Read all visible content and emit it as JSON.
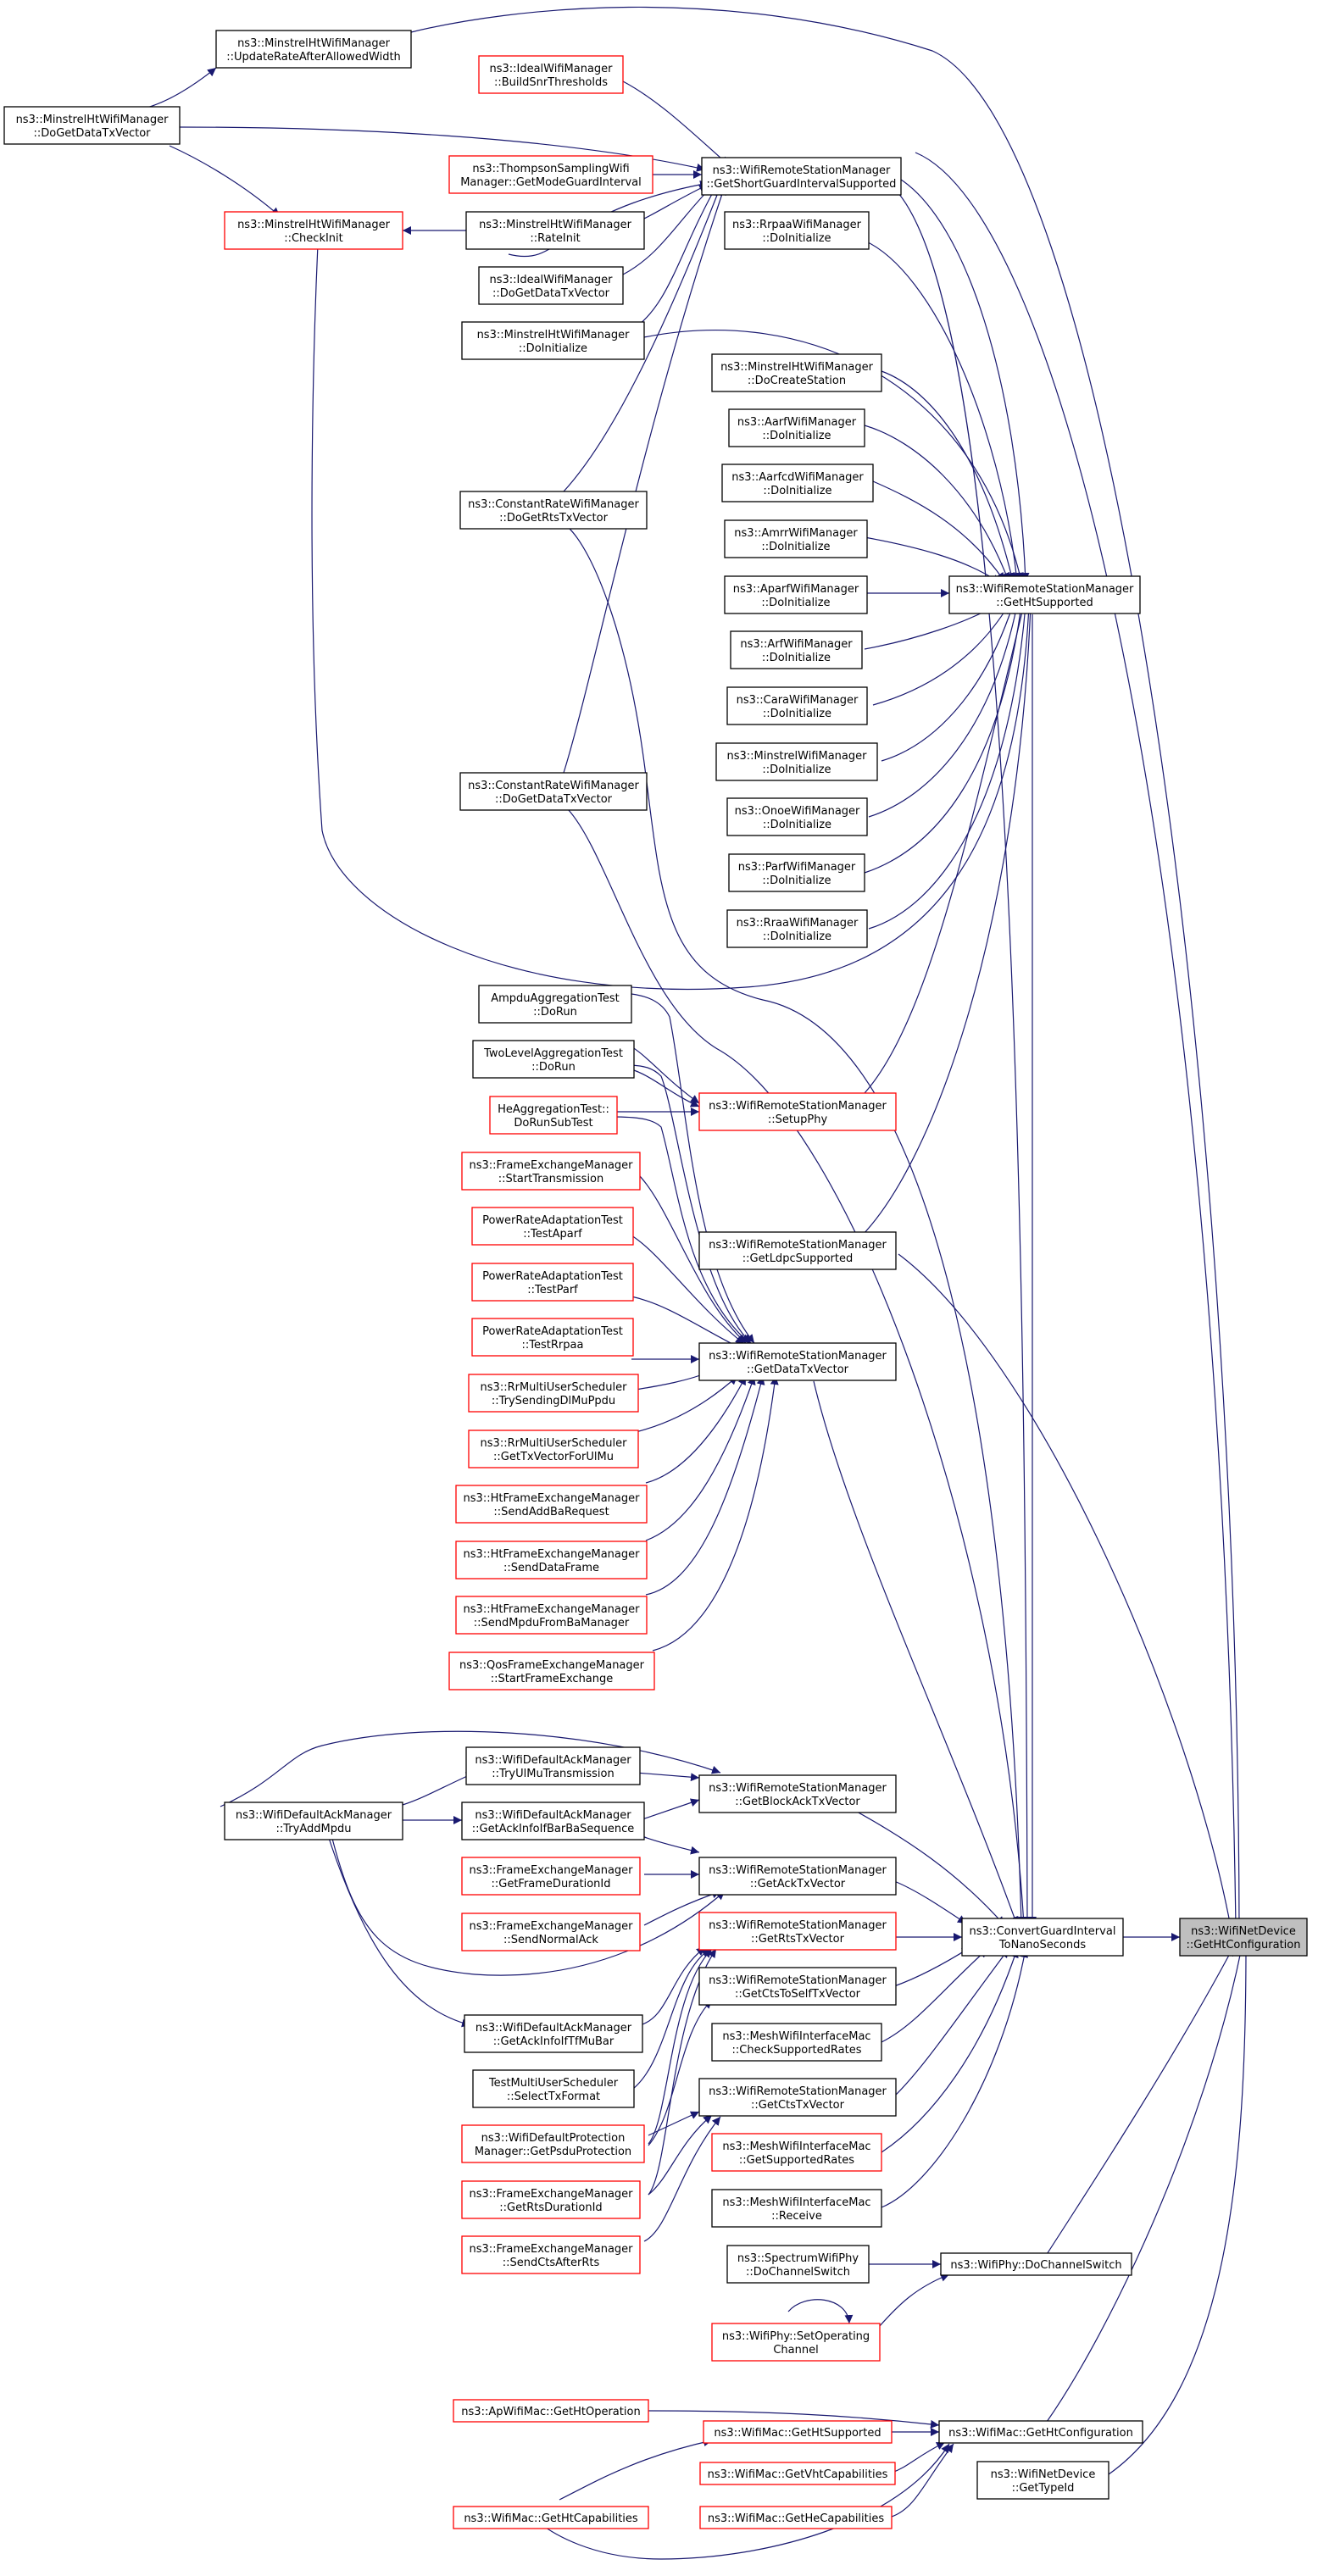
{
  "colors": {
    "edge": "#191970",
    "border_black": "#000000",
    "border_red": "#ff0000",
    "target_fill": "#bfbfbf",
    "node_fill": "#ffffff"
  },
  "nodes": [
    {
      "id": "target",
      "lines": [
        "ns3::WifiNetDevice",
        "::GetHtConfiguration"
      ],
      "style": "target"
    },
    {
      "id": "convert",
      "lines": [
        "ns3::ConvertGuardInterval",
        "ToNanoSeconds"
      ],
      "style": "black"
    },
    {
      "id": "phy_dochsw",
      "lines": [
        "ns3::WifiPhy::DoChannelSwitch"
      ],
      "style": "black"
    },
    {
      "id": "mac_gethtcfg",
      "lines": [
        "ns3::WifiMac::GetHtConfiguration"
      ],
      "style": "black"
    },
    {
      "id": "nd_typeid",
      "lines": [
        "ns3::WifiNetDevice",
        "::GetTypeId"
      ],
      "style": "black"
    },
    {
      "id": "rsm_htsup",
      "lines": [
        "ns3::WifiRemoteStationManager",
        "::GetHtSupported"
      ],
      "style": "black"
    },
    {
      "id": "rsm_sgi",
      "lines": [
        "ns3::WifiRemoteStationManager",
        "::GetShortGuardIntervalSupported"
      ],
      "style": "black"
    },
    {
      "id": "rsm_setupphy",
      "lines": [
        "ns3::WifiRemoteStationManager",
        "::SetupPhy"
      ],
      "style": "red"
    },
    {
      "id": "rsm_ldpc",
      "lines": [
        "ns3::WifiRemoteStationManager",
        "::GetLdpcSupported"
      ],
      "style": "black"
    },
    {
      "id": "rsm_datatx",
      "lines": [
        "ns3::WifiRemoteStationManager",
        "::GetDataTxVector"
      ],
      "style": "black"
    },
    {
      "id": "rsm_blockack",
      "lines": [
        "ns3::WifiRemoteStationManager",
        "::GetBlockAckTxVector"
      ],
      "style": "black"
    },
    {
      "id": "rsm_acktx",
      "lines": [
        "ns3::WifiRemoteStationManager",
        "::GetAckTxVector"
      ],
      "style": "black"
    },
    {
      "id": "rsm_rtstx",
      "lines": [
        "ns3::WifiRemoteStationManager",
        "::GetRtsTxVector"
      ],
      "style": "red"
    },
    {
      "id": "rsm_ctstoself",
      "lines": [
        "ns3::WifiRemoteStationManager",
        "::GetCtsToSelfTxVector"
      ],
      "style": "black"
    },
    {
      "id": "rsm_ctstx",
      "lines": [
        "ns3::WifiRemoteStationManager",
        "::GetCtsTxVector"
      ],
      "style": "black"
    },
    {
      "id": "mesh_check",
      "lines": [
        "ns3::MeshWifiInterfaceMac",
        "::CheckSupportedRates"
      ],
      "style": "black"
    },
    {
      "id": "mesh_getsup",
      "lines": [
        "ns3::MeshWifiInterfaceMac",
        "::GetSupportedRates"
      ],
      "style": "red"
    },
    {
      "id": "mesh_receive",
      "lines": [
        "ns3::MeshWifiInterfaceMac",
        "::Receive"
      ],
      "style": "black"
    },
    {
      "id": "minht_updrate",
      "lines": [
        "ns3::MinstrelHtWifiManager",
        "::UpdateRateAfterAllowedWidth"
      ],
      "style": "black"
    },
    {
      "id": "minht_dogetdata",
      "lines": [
        "ns3::MinstrelHtWifiManager",
        "::DoGetDataTxVector"
      ],
      "style": "black"
    },
    {
      "id": "ideal_buildsnr",
      "lines": [
        "ns3::IdealWifiManager",
        "::BuildSnrThresholds"
      ],
      "style": "red"
    },
    {
      "id": "thompson",
      "lines": [
        "ns3::ThompsonSamplingWifi",
        "Manager::GetModeGuardInterval"
      ],
      "style": "red"
    },
    {
      "id": "minht_checkinit",
      "lines": [
        "ns3::MinstrelHtWifiManager",
        "::CheckInit"
      ],
      "style": "red"
    },
    {
      "id": "minht_rateinit",
      "lines": [
        "ns3::MinstrelHtWifiManager",
        "::RateInit"
      ],
      "style": "black"
    },
    {
      "id": "ideal_dogetdata",
      "lines": [
        "ns3::IdealWifiManager",
        "::DoGetDataTxVector"
      ],
      "style": "black"
    },
    {
      "id": "minht_doinit",
      "lines": [
        "ns3::MinstrelHtWifiManager",
        "::DoInitialize"
      ],
      "style": "black"
    },
    {
      "id": "rrpaa_doinit",
      "lines": [
        "ns3::RrpaaWifiManager",
        "::DoInitialize"
      ],
      "style": "black"
    },
    {
      "id": "minht_docreate",
      "lines": [
        "ns3::MinstrelHtWifiManager",
        "::DoCreateStation"
      ],
      "style": "black"
    },
    {
      "id": "aarf_doinit",
      "lines": [
        "ns3::AarfWifiManager",
        "::DoInitialize"
      ],
      "style": "black"
    },
    {
      "id": "aarfcd_doinit",
      "lines": [
        "ns3::AarfcdWifiManager",
        "::DoInitialize"
      ],
      "style": "black"
    },
    {
      "id": "amrr_doinit",
      "lines": [
        "ns3::AmrrWifiManager",
        "::DoInitialize"
      ],
      "style": "black"
    },
    {
      "id": "aparf_doinit",
      "lines": [
        "ns3::AparfWifiManager",
        "::DoInitialize"
      ],
      "style": "black"
    },
    {
      "id": "arf_doinit",
      "lines": [
        "ns3::ArfWifiManager",
        "::DoInitialize"
      ],
      "style": "black"
    },
    {
      "id": "cara_doinit",
      "lines": [
        "ns3::CaraWifiManager",
        "::DoInitialize"
      ],
      "style": "black"
    },
    {
      "id": "minstrel_doinit",
      "lines": [
        "ns3::MinstrelWifiManager",
        "::DoInitialize"
      ],
      "style": "black"
    },
    {
      "id": "onoe_doinit",
      "lines": [
        "ns3::OnoeWifiManager",
        "::DoInitialize"
      ],
      "style": "black"
    },
    {
      "id": "parf_doinit",
      "lines": [
        "ns3::ParfWifiManager",
        "::DoInitialize"
      ],
      "style": "black"
    },
    {
      "id": "rraa_doinit",
      "lines": [
        "ns3::RraaWifiManager",
        "::DoInitialize"
      ],
      "style": "black"
    },
    {
      "id": "const_rts",
      "lines": [
        "ns3::ConstantRateWifiManager",
        "::DoGetRtsTxVector"
      ],
      "style": "black"
    },
    {
      "id": "const_data",
      "lines": [
        "ns3::ConstantRateWifiManager",
        "::DoGetDataTxVector"
      ],
      "style": "black"
    },
    {
      "id": "ampdu_test",
      "lines": [
        "AmpduAggregationTest",
        "::DoRun"
      ],
      "style": "black"
    },
    {
      "id": "twolevel_test",
      "lines": [
        "TwoLevelAggregationTest",
        "::DoRun"
      ],
      "style": "black"
    },
    {
      "id": "heagg_test",
      "lines": [
        "HeAggregationTest::",
        "DoRunSubTest"
      ],
      "style": "red"
    },
    {
      "id": "fem_starttx",
      "lines": [
        "ns3::FrameExchangeManager",
        "::StartTransmission"
      ],
      "style": "red"
    },
    {
      "id": "pra_aparf",
      "lines": [
        "PowerRateAdaptationTest",
        "::TestAparf"
      ],
      "style": "red"
    },
    {
      "id": "pra_parf",
      "lines": [
        "PowerRateAdaptationTest",
        "::TestParf"
      ],
      "style": "red"
    },
    {
      "id": "pra_rrpaa",
      "lines": [
        "PowerRateAdaptationTest",
        "::TestRrpaa"
      ],
      "style": "red"
    },
    {
      "id": "rr_trysend",
      "lines": [
        "ns3::RrMultiUserScheduler",
        "::TrySendingDlMuPpdu"
      ],
      "style": "red"
    },
    {
      "id": "rr_gettxul",
      "lines": [
        "ns3::RrMultiUserScheduler",
        "::GetTxVectorForUlMu"
      ],
      "style": "red"
    },
    {
      "id": "htfem_addba",
      "lines": [
        "ns3::HtFrameExchangeManager",
        "::SendAddBaRequest"
      ],
      "style": "red"
    },
    {
      "id": "htfem_data",
      "lines": [
        "ns3::HtFrameExchangeManager",
        "::SendDataFrame"
      ],
      "style": "red"
    },
    {
      "id": "htfem_mpdu",
      "lines": [
        "ns3::HtFrameExchangeManager",
        "::SendMpduFromBaManager"
      ],
      "style": "red"
    },
    {
      "id": "qosfem_start",
      "lines": [
        "ns3::QosFrameExchangeManager",
        "::StartFrameExchange"
      ],
      "style": "red"
    },
    {
      "id": "wdam_tryaddmpdu",
      "lines": [
        "ns3::WifiDefaultAckManager",
        "::TryAddMpdu"
      ],
      "style": "black"
    },
    {
      "id": "wdam_tryul",
      "lines": [
        "ns3::WifiDefaultAckManager",
        "::TryUlMuTransmission"
      ],
      "style": "black"
    },
    {
      "id": "wdam_getackbar",
      "lines": [
        "ns3::WifiDefaultAckManager",
        "::GetAckInfoIfBarBaSequence"
      ],
      "style": "black"
    },
    {
      "id": "fem_frameduration",
      "lines": [
        "ns3::FrameExchangeManager",
        "::GetFrameDurationId"
      ],
      "style": "red"
    },
    {
      "id": "fem_sendack",
      "lines": [
        "ns3::FrameExchangeManager",
        "::SendNormalAck"
      ],
      "style": "red"
    },
    {
      "id": "wdam_getacktf",
      "lines": [
        "ns3::WifiDefaultAckManager",
        "::GetAckInfoIfTfMuBar"
      ],
      "style": "black"
    },
    {
      "id": "testmu_select",
      "lines": [
        "TestMultiUserScheduler",
        "::SelectTxFormat"
      ],
      "style": "black"
    },
    {
      "id": "wdp_getpsdu",
      "lines": [
        "ns3::WifiDefaultProtection",
        "Manager::GetPsduProtection"
      ],
      "style": "red"
    },
    {
      "id": "fem_rtsduration",
      "lines": [
        "ns3::FrameExchangeManager",
        "::GetRtsDurationId"
      ],
      "style": "red"
    },
    {
      "id": "fem_sendcts",
      "lines": [
        "ns3::FrameExchangeManager",
        "::SendCtsAfterRts"
      ],
      "style": "red"
    },
    {
      "id": "spectrum_dochsw",
      "lines": [
        "ns3::SpectrumWifiPhy",
        "::DoChannelSwitch"
      ],
      "style": "black"
    },
    {
      "id": "phy_setop",
      "lines": [
        "ns3::WifiPhy::SetOperating",
        "Channel"
      ],
      "style": "red"
    },
    {
      "id": "apmac_gethtop",
      "lines": [
        "ns3::ApWifiMac::GetHtOperation"
      ],
      "style": "red"
    },
    {
      "id": "mac_gethtsup",
      "lines": [
        "ns3::WifiMac::GetHtSupported"
      ],
      "style": "red"
    },
    {
      "id": "mac_getvht",
      "lines": [
        "ns3::WifiMac::GetVhtCapabilities"
      ],
      "style": "red"
    },
    {
      "id": "mac_gethtcap",
      "lines": [
        "ns3::WifiMac::GetHtCapabilities"
      ],
      "style": "red"
    },
    {
      "id": "mac_gethe",
      "lines": [
        "ns3::WifiMac::GetHeCapabilities"
      ],
      "style": "red"
    }
  ]
}
